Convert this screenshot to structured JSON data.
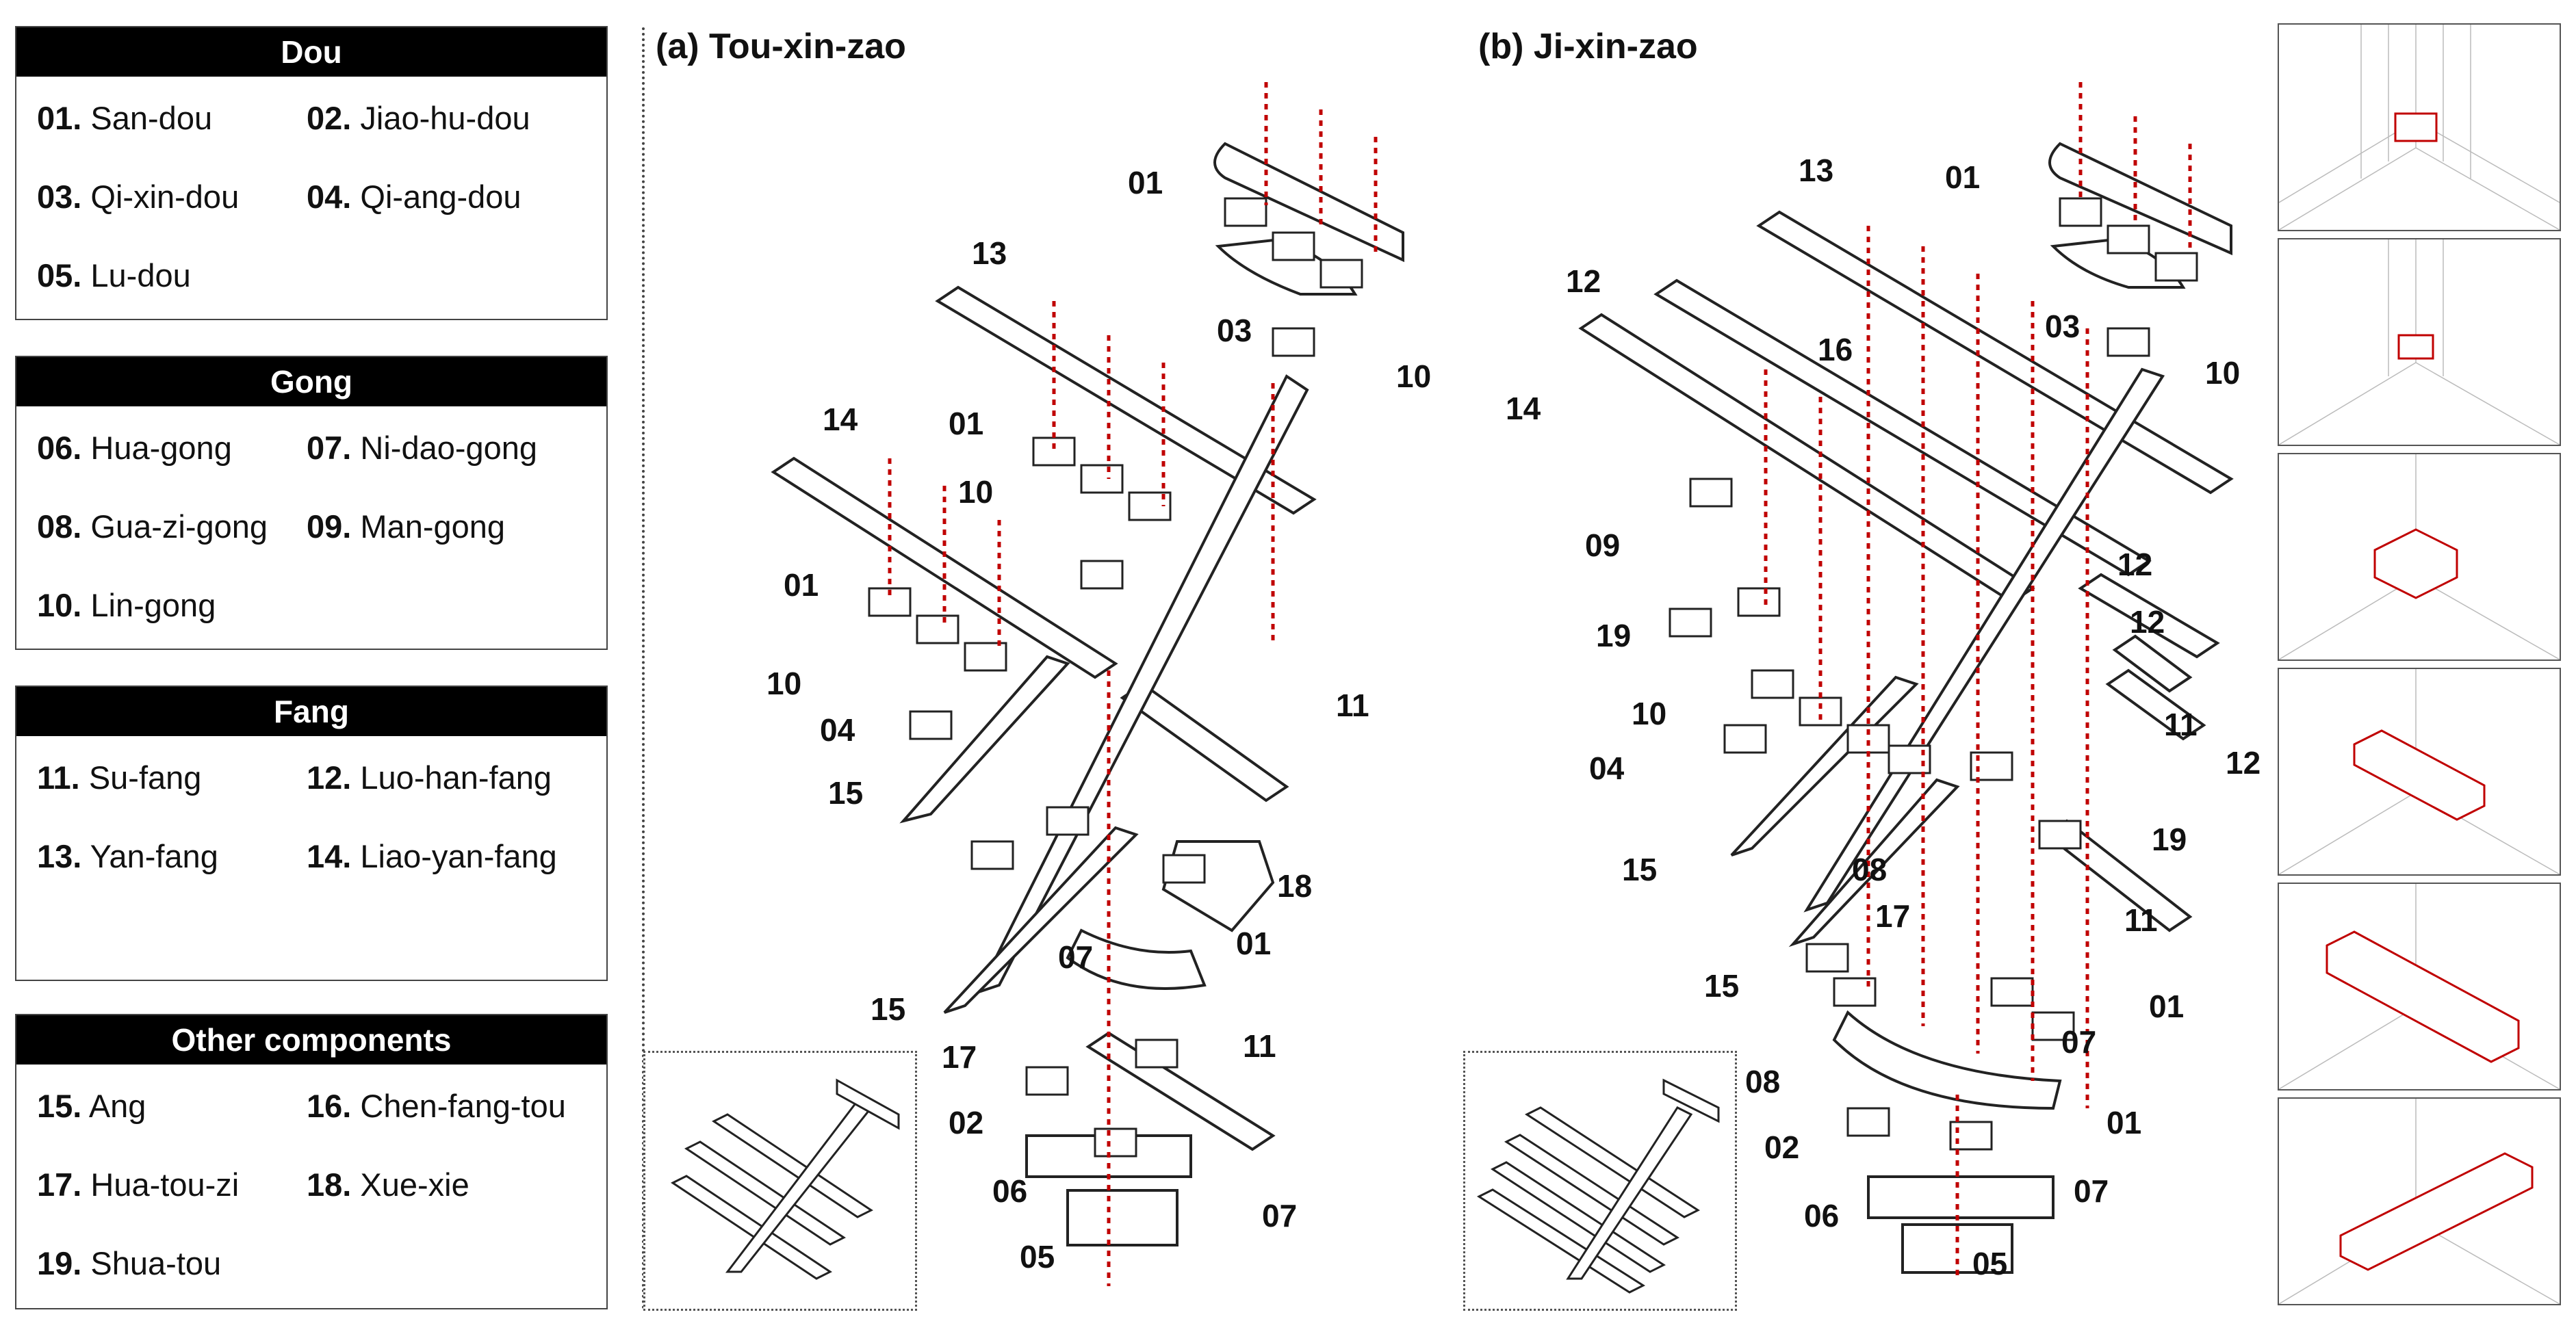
{
  "legend": {
    "dou": {
      "title": "Dou",
      "items": [
        {
          "num": "01.",
          "name": "San-dou"
        },
        {
          "num": "02.",
          "name": "Jiao-hu-dou"
        },
        {
          "num": "03.",
          "name": "Qi-xin-dou"
        },
        {
          "num": "04.",
          "name": "Qi-ang-dou"
        },
        {
          "num": "05.",
          "name": "Lu-dou"
        }
      ]
    },
    "gong": {
      "title": "Gong",
      "items": [
        {
          "num": "06.",
          "name": "Hua-gong"
        },
        {
          "num": "07.",
          "name": "Ni-dao-gong"
        },
        {
          "num": "08.",
          "name": "Gua-zi-gong"
        },
        {
          "num": "09.",
          "name": "Man-gong"
        },
        {
          "num": "10.",
          "name": "Lin-gong"
        }
      ]
    },
    "fang": {
      "title": "Fang",
      "items": [
        {
          "num": "11.",
          "name": "Su-fang"
        },
        {
          "num": "12.",
          "name": "Luo-han-fang"
        },
        {
          "num": "13.",
          "name": "Yan-fang"
        },
        {
          "num": "14.",
          "name": "Liao-yan-fang"
        }
      ]
    },
    "other": {
      "title": "Other components",
      "items": [
        {
          "num": "15.",
          "name": "Ang"
        },
        {
          "num": "16.",
          "name": "Chen-fang-tou"
        },
        {
          "num": "17.",
          "name": "Hua-tou-zi"
        },
        {
          "num": "18.",
          "name": "Xue-xie"
        },
        {
          "num": "19.",
          "name": "Shua-tou"
        }
      ]
    }
  },
  "panels": {
    "a": {
      "title": "(a) Tou-xin-zao",
      "callouts": [
        "01",
        "13",
        "03",
        "10",
        "01",
        "10",
        "14",
        "01",
        "10",
        "04",
        "11",
        "15",
        "18",
        "01",
        "07",
        "15",
        "17",
        "11",
        "02",
        "06",
        "07",
        "05"
      ]
    },
    "b": {
      "title": "(b) Ji-xin-zao",
      "callouts": [
        "13",
        "01",
        "12",
        "03",
        "16",
        "10",
        "14",
        "09",
        "12",
        "19",
        "12",
        "10",
        "11",
        "04",
        "12",
        "19",
        "15",
        "08",
        "17",
        "11",
        "15",
        "01",
        "07",
        "08",
        "01",
        "02",
        "07",
        "06",
        "05"
      ]
    }
  },
  "colors": {
    "accent": "#c00000",
    "header_bg": "#000000",
    "line": "#222222"
  }
}
